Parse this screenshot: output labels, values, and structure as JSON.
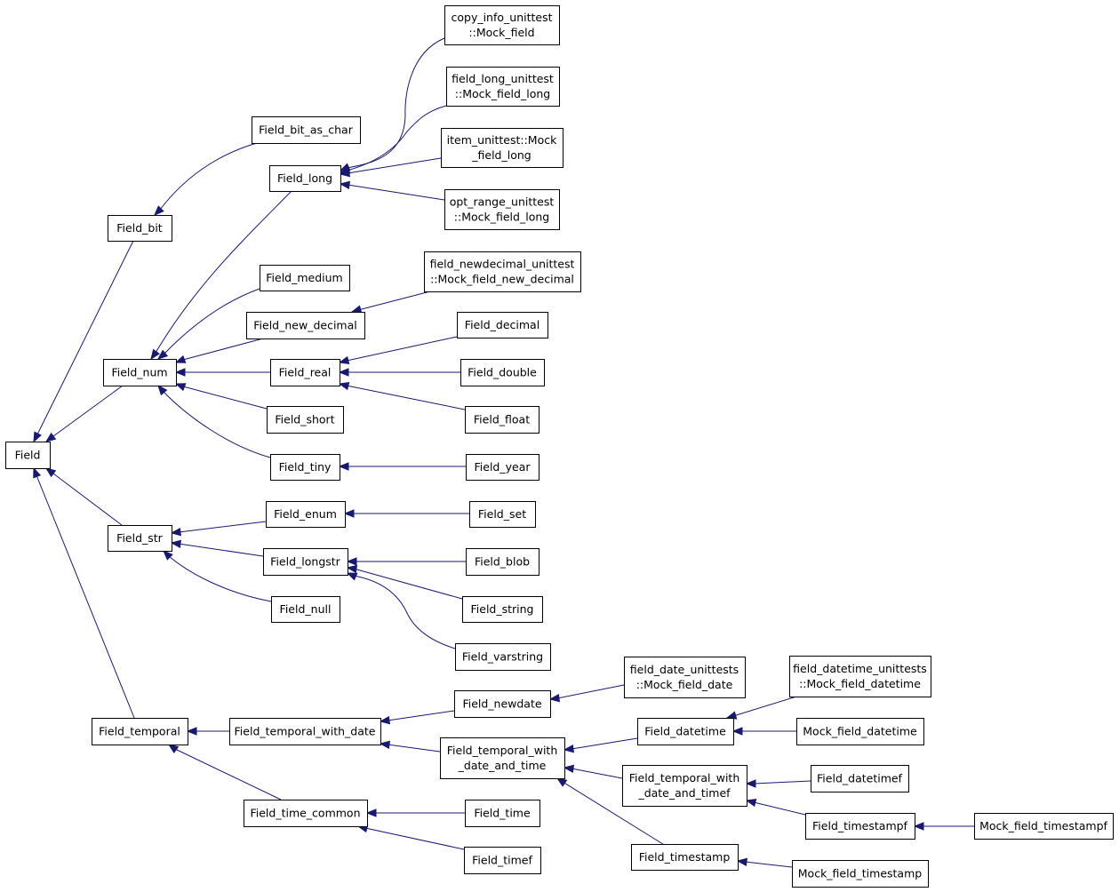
{
  "diagram": {
    "title": "",
    "nodes": {
      "field": [
        "Field"
      ],
      "field_bit": [
        "Field_bit"
      ],
      "field_bit_as_char": [
        "Field_bit_as_char"
      ],
      "field_num": [
        "Field_num"
      ],
      "field_str": [
        "Field_str"
      ],
      "field_temporal": [
        "Field_temporal"
      ],
      "field_long": [
        "Field_long"
      ],
      "field_medium": [
        "Field_medium"
      ],
      "field_new_decimal": [
        "Field_new_decimal"
      ],
      "field_real": [
        "Field_real"
      ],
      "field_short": [
        "Field_short"
      ],
      "field_tiny": [
        "Field_tiny"
      ],
      "field_enum": [
        "Field_enum"
      ],
      "field_longstr": [
        "Field_longstr"
      ],
      "field_null": [
        "Field_null"
      ],
      "field_temporal_with_date": [
        "Field_temporal_with_date"
      ],
      "field_time_common": [
        "Field_time_common"
      ],
      "copy_info_mock_field": [
        "copy_info_unittest",
        "::Mock_field"
      ],
      "field_long_mock_field_long": [
        "field_long_unittest",
        "::Mock_field_long"
      ],
      "item_mock_field_long": [
        "item_unittest::Mock",
        "_field_long"
      ],
      "opt_range_mock_field_long": [
        "opt_range_unittest",
        "::Mock_field_long"
      ],
      "newdecimal_mock": [
        "field_newdecimal_unittest",
        "::Mock_field_new_decimal"
      ],
      "field_decimal": [
        "Field_decimal"
      ],
      "field_double": [
        "Field_double"
      ],
      "field_float": [
        "Field_float"
      ],
      "field_year": [
        "Field_year"
      ],
      "field_set": [
        "Field_set"
      ],
      "field_blob": [
        "Field_blob"
      ],
      "field_string": [
        "Field_string"
      ],
      "field_varstring": [
        "Field_varstring"
      ],
      "field_newdate": [
        "Field_newdate"
      ],
      "field_temporal_with_date_and_time": [
        "Field_temporal_with",
        "_date_and_time"
      ],
      "field_time": [
        "Field_time"
      ],
      "field_timef": [
        "Field_timef"
      ],
      "date_mock": [
        "field_date_unittests",
        "::Mock_field_date"
      ],
      "field_datetime": [
        "Field_datetime"
      ],
      "field_temporal_with_date_and_timef": [
        "Field_temporal_with",
        "_date_and_timef"
      ],
      "field_timestamp": [
        "Field_timestamp"
      ],
      "datetime_mock": [
        "field_datetime_unittests",
        "::Mock_field_datetime"
      ],
      "mock_field_datetime": [
        "Mock_field_datetime"
      ],
      "field_datetimef": [
        "Field_datetimef"
      ],
      "field_timestampf": [
        "Field_timestampf"
      ],
      "mock_field_timestamp": [
        "Mock_field_timestamp"
      ],
      "mock_field_timestampf": [
        "Mock_field_timestampf"
      ]
    },
    "edges": [
      [
        "field_bit",
        "field"
      ],
      [
        "field_num",
        "field"
      ],
      [
        "field_str",
        "field"
      ],
      [
        "field_temporal",
        "field"
      ],
      [
        "field_bit_as_char",
        "field_bit"
      ],
      [
        "field_long",
        "field_num"
      ],
      [
        "field_medium",
        "field_num"
      ],
      [
        "field_new_decimal",
        "field_num"
      ],
      [
        "field_real",
        "field_num"
      ],
      [
        "field_short",
        "field_num"
      ],
      [
        "field_tiny",
        "field_num"
      ],
      [
        "field_enum",
        "field_str"
      ],
      [
        "field_longstr",
        "field_str"
      ],
      [
        "field_null",
        "field_str"
      ],
      [
        "field_temporal_with_date",
        "field_temporal"
      ],
      [
        "field_time_common",
        "field_temporal"
      ],
      [
        "copy_info_mock_field",
        "field_long"
      ],
      [
        "field_long_mock_field_long",
        "field_long"
      ],
      [
        "item_mock_field_long",
        "field_long"
      ],
      [
        "opt_range_mock_field_long",
        "field_long"
      ],
      [
        "newdecimal_mock",
        "field_new_decimal"
      ],
      [
        "field_decimal",
        "field_real"
      ],
      [
        "field_double",
        "field_real"
      ],
      [
        "field_float",
        "field_real"
      ],
      [
        "field_year",
        "field_tiny"
      ],
      [
        "field_set",
        "field_enum"
      ],
      [
        "field_blob",
        "field_longstr"
      ],
      [
        "field_string",
        "field_longstr"
      ],
      [
        "field_varstring",
        "field_longstr"
      ],
      [
        "field_newdate",
        "field_temporal_with_date"
      ],
      [
        "field_temporal_with_date_and_time",
        "field_temporal_with_date"
      ],
      [
        "field_time",
        "field_time_common"
      ],
      [
        "field_timef",
        "field_time_common"
      ],
      [
        "date_mock",
        "field_newdate"
      ],
      [
        "field_datetime",
        "field_temporal_with_date_and_time"
      ],
      [
        "field_temporal_with_date_and_timef",
        "field_temporal_with_date_and_time"
      ],
      [
        "field_timestamp",
        "field_temporal_with_date_and_time"
      ],
      [
        "datetime_mock",
        "field_datetime"
      ],
      [
        "mock_field_datetime",
        "field_datetime"
      ],
      [
        "field_datetimef",
        "field_temporal_with_date_and_timef"
      ],
      [
        "field_timestampf",
        "field_temporal_with_date_and_timef"
      ],
      [
        "mock_field_timestamp",
        "field_timestamp"
      ],
      [
        "mock_field_timestampf",
        "field_timestampf"
      ]
    ]
  }
}
